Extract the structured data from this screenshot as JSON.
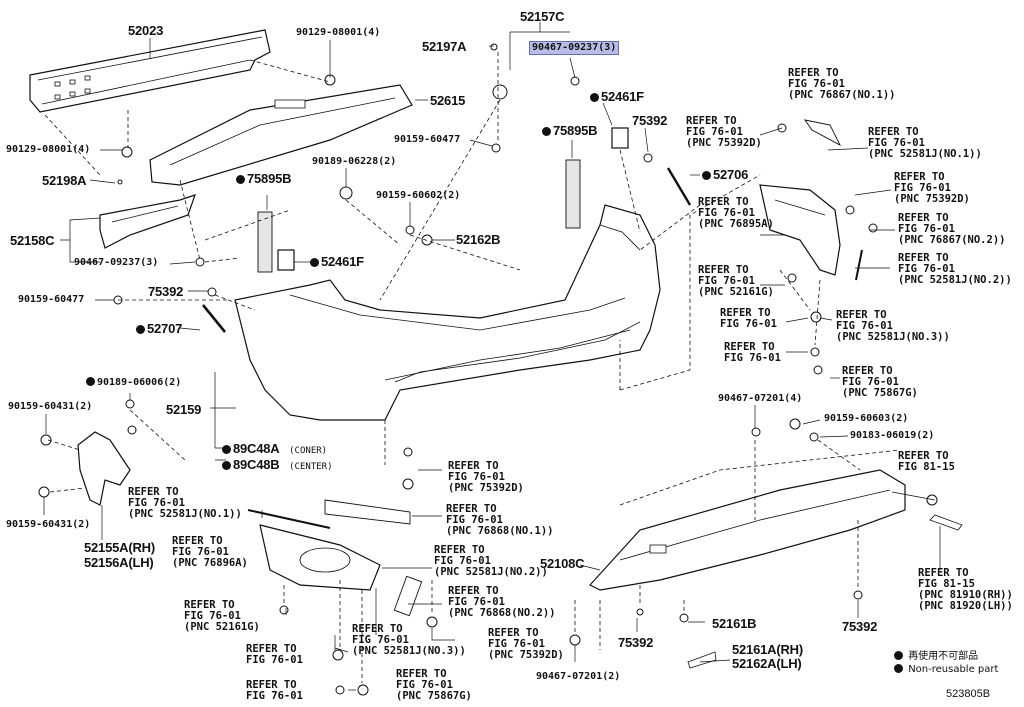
{
  "diagram_code": "523805B",
  "highlighted_part": "90467-09237(3)",
  "legend": {
    "jp": "再使用不可部品",
    "en": "Non-reusable part"
  },
  "parts": {
    "p52023": "52023",
    "p90129_08001_top": "90129-08001(4)",
    "p90129_08001_left": "90129-08001(4)",
    "p52615": "52615",
    "p52198A": "52198A",
    "p52158C": "52158C",
    "p90467_09237_left": "90467-09237(3)",
    "p90159_60477_left": "90159-60477",
    "p75392_left": "75392",
    "p52707": "52707",
    "p52197A": "52197A",
    "p52157C": "52157C",
    "p90467_09237_top": "90467-09237(3)",
    "p90159_60477_mid": "90159-60477",
    "p90189_06228": "90189-06228(2)",
    "p90159_60602": "90159-60602(2)",
    "p52162B": "52162B",
    "p75895B_left": "75895B",
    "p52461F_left": "52461F",
    "p52461F_top": "52461F",
    "p75895B_right": "75895B",
    "p75392_top": "75392",
    "p52706": "52706",
    "p90189_06006": "90189-06006(2)",
    "p90159_60431_top": "90159-60431(2)",
    "p52159": "52159",
    "p89C48A": "89C48A",
    "p89C48A_desc": "(CONER)",
    "p89C48B": "89C48B",
    "p89C48B_desc": "(CENTER)",
    "p90159_60431_bot": "90159-60431(2)",
    "p52155A": "52155A(RH)",
    "p52156A": "52156A(LH)",
    "p90467_07201_4": "90467-07201(4)",
    "p90159_60603": "90159-60603(2)",
    "p90183_06019": "90183-06019(2)",
    "p52108C": "52108C",
    "p75392_bot_mid": "75392",
    "p52161B": "52161B",
    "p75392_bot_right": "75392",
    "p90467_07201_2": "90467-07201(2)",
    "p52161A": "52161A(RH)",
    "p52162A": "52162A(LH)"
  },
  "refs": {
    "r_75867_no1": "REFER TO\nFIG 76-01\n(PNC 76867(NO.1))",
    "r_75392d_a": "REFER TO\nFIG 76-01\n(PNC 75392D)",
    "r_52581j_no1_a": "REFER TO\nFIG 76-01\n(PNC 52581J(NO.1))",
    "r_75392d_b": "REFER TO\nFIG 76-01\n(PNC 75392D)",
    "r_76895a": "REFER TO\nFIG 76-01\n(PNC 76895A)",
    "r_76867_no2": "REFER TO\nFIG 76-01\n(PNC 76867(NO.2))",
    "r_52161g_a": "REFER TO\nFIG 76-01\n(PNC 52161G)",
    "r_52581j_no2_a": "REFER TO\nFIG 76-01\n(PNC 52581J(NO.2))",
    "r_fig_a": "REFER TO\nFIG 76-01",
    "r_52581j_no3_a": "REFER TO\nFIG 76-01\n(PNC 52581J(NO.3))",
    "r_fig_b": "REFER TO\nFIG 76-01",
    "r_75867g_a": "REFER TO\nFIG 76-01\n(PNC 75867G)",
    "r_fig81_a": "REFER TO\nFIG 81-15",
    "r_fig81_b": "REFER TO\nFIG 81-15\n(PNC 81910(RH))\n(PNC 81920(LH))",
    "r_75392d_c": "REFER TO\nFIG 76-01\n(PNC 75392D)",
    "r_52581j_no1_b": "REFER TO\nFIG 76-01\n(PNC 52581J(NO.1))",
    "r_76868_no1": "REFER TO\nFIG 76-01\n(PNC 76868(NO.1))",
    "r_76896a": "REFER TO\nFIG 76-01\n(PNC 76896A)",
    "r_52581j_no2_b": "REFER TO\nFIG 76-01\n(PNC 52581J(NO.2))",
    "r_52161g_b": "REFER TO\nFIG 76-01\n(PNC 52161G)",
    "r_76868_no2": "REFER TO\nFIG 76-01\n(PNC 76868(NO.2))",
    "r_52581j_no3_b": "REFER TO\nFIG 76-01\n(PNC 52581J(NO.3))",
    "r_75392d_d": "REFER TO\nFIG 76-01\n(PNC 75392D)",
    "r_fig_c": "REFER TO\nFIG 76-01",
    "r_fig_d": "REFER TO\nFIG 76-01",
    "r_75867g_b": "REFER TO\nFIG 76-01\n(PNC 75867G)"
  }
}
